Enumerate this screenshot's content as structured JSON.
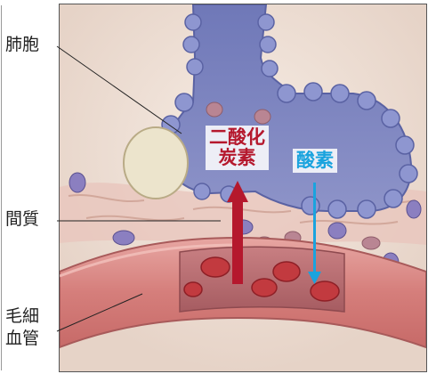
{
  "labels": {
    "alveolus": "肺胞",
    "interstitium": "間質",
    "capillary_line1": "毛細",
    "capillary_line2": "血管"
  },
  "arrows": {
    "co2_line1": "二酸化",
    "co2_line2": "炭素",
    "o2": "酸素"
  },
  "colors": {
    "co2_arrow": "#b5182d",
    "o2_arrow": "#1aa3de",
    "alveolus_wall": "#7d86bf",
    "capillary": "#d98a88",
    "background_tissue": "#efe3da"
  }
}
